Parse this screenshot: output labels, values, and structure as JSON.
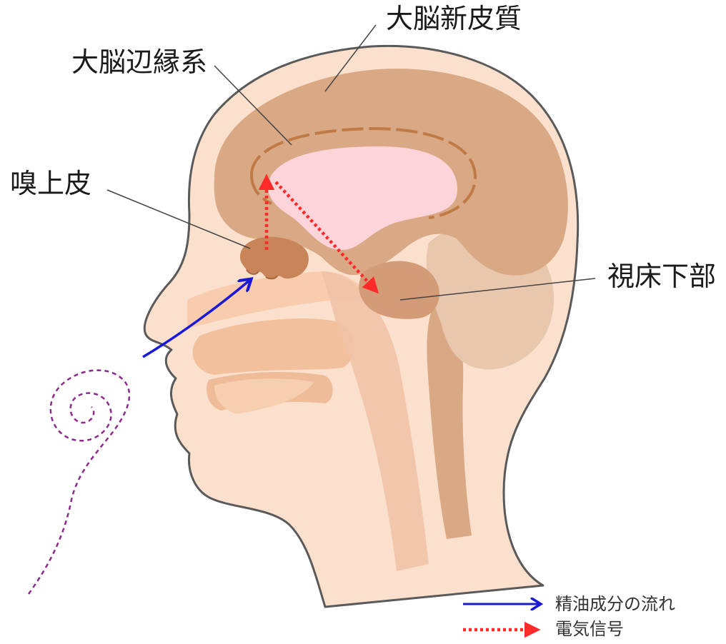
{
  "labels": {
    "neocortex": "大脳新皮質",
    "limbic": "大脳辺縁系",
    "olfactory_epithelium": "嗅上皮",
    "hypothalamus": "視床下部"
  },
  "legend": {
    "oil_flow": "精油成分の流れ",
    "electric_signal": "電気信号"
  },
  "colors": {
    "skin": "#fbe0cd",
    "skin_outline": "#5a5a5a",
    "brain_cortex": "#d9a884",
    "limbic_fill": "#fcd4d9",
    "limbic_ring": "#c07a46",
    "olfactory_bulb": "#c8855a",
    "cerebellum": "#e8c7ad",
    "inner_tract": "#f1c3a6",
    "oil_flow_arrow": "#1a1ad6",
    "electric_signal_arrow": "#ff2a2a",
    "scent_spiral": "#8b2b8b"
  }
}
